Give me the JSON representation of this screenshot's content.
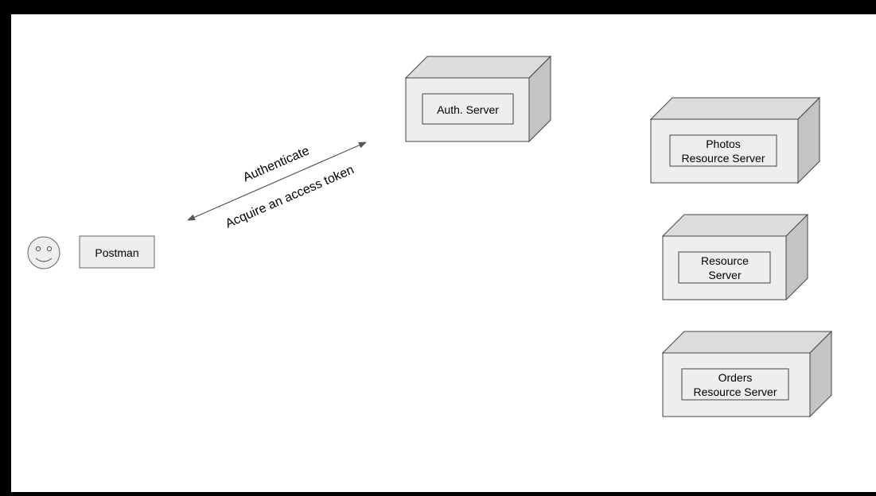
{
  "colors": {
    "background": "#000000",
    "slide": "#ffffff",
    "box_front": "#eeeeee",
    "box_top": "#dcdcdc",
    "box_side": "#c4c4c4",
    "stroke": "#444444",
    "arrow": "#555555"
  },
  "actor": {
    "icon": "smiley-face-icon"
  },
  "client": {
    "label": "Postman"
  },
  "connection": {
    "label_top": "Authenticate",
    "label_bottom": "Acquire an access token"
  },
  "servers": {
    "auth": {
      "lines": [
        "Auth. Server"
      ]
    },
    "photos": {
      "lines": [
        "Photos",
        "Resource Server"
      ]
    },
    "resource": {
      "lines": [
        "Resource",
        "Server"
      ]
    },
    "orders": {
      "lines": [
        "Orders",
        "Resource Server"
      ]
    }
  }
}
